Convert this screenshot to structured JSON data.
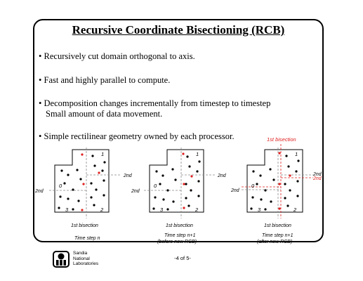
{
  "slide": {
    "title": "Recursive Coordinate Bisectioning (RCB)",
    "bullets": [
      {
        "text": "Recursively cut domain orthogonal to axis."
      },
      {
        "text": "Fast and highly parallel to compute."
      },
      {
        "text": "Decomposition changes incrementally from timestep to timestep",
        "sub": "Small amount of data movement."
      },
      {
        "text": "Simple rectilinear geometry owned by each processor."
      }
    ]
  },
  "figures": {
    "labels": {
      "first_bisection": "1st bisection",
      "second": "2nd",
      "q0": "0",
      "q1": "1",
      "q2": "2",
      "q3": "3"
    },
    "captions": {
      "a": "Time step n",
      "b1": "Time step n+1",
      "b2": "(before new RCB)",
      "c1": "Time step n+1",
      "c2": "(after new RCB)"
    },
    "colors": {
      "line": "#000000",
      "red": "#e02020",
      "dash": "#888888"
    }
  },
  "footer": {
    "logo_lines": [
      "Sandia",
      "National",
      "Laboratories"
    ],
    "page": "-4 of 5-"
  }
}
